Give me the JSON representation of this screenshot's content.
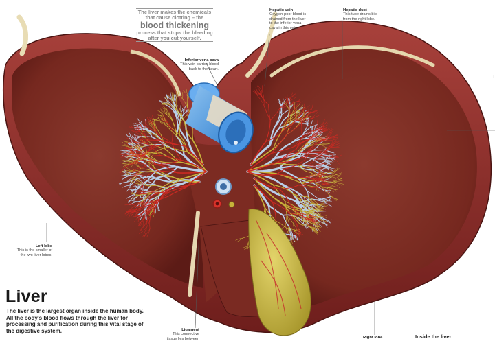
{
  "callout": {
    "line1": "The liver makes the chemicals",
    "line2": "that cause clotting – the",
    "highlight": "blood thickening",
    "line3": "process that stops the bleeding",
    "line4": "after you cut yourself."
  },
  "labels": {
    "hepatic_vein": {
      "title": "Hepatic vein",
      "lines": [
        "Oxygen-poor blood is",
        "drained from the liver",
        "to the inferior vena",
        "cava in this vein."
      ]
    },
    "hepatic_duct": {
      "title": "Hepatic duct",
      "lines": [
        "This tube drains bile",
        "from the right lobe."
      ]
    },
    "inferior_vena_cava": {
      "title": "Inferior vena cava",
      "lines": [
        "This vein carries blood",
        "back to the heart."
      ]
    },
    "left_lobe": {
      "title": "Left lobe",
      "lines": [
        "This is the smaller of",
        "the two liver lobes."
      ]
    },
    "ligament": {
      "title": "Ligament",
      "lines": [
        "This connective",
        "tissue lies between"
      ]
    },
    "right_lobe": {
      "title": "Right lobe"
    }
  },
  "edge_right": "T",
  "title": "Liver",
  "intro": "The liver is the largest organ inside the human body. All the body's blood flows through the liver for processing and purification during this vital stage of the digestive system.",
  "section_label": "Inside the liver",
  "colors": {
    "liver": "#8e2a2a",
    "vein_blue": "#b9cfe8",
    "artery_red": "#cc2a23",
    "bile_yellow": "#c8b23a",
    "gallbladder": "#d2c34a"
  }
}
